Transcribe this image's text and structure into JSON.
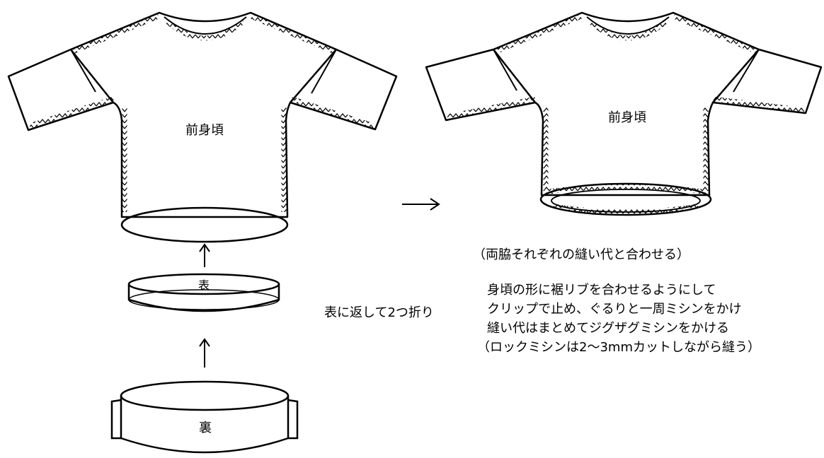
{
  "labels": {
    "front_body_left": "前身頃",
    "front_body_right": "前身頃",
    "band_outside": "表",
    "band_inside": "裏",
    "fold_note": "表に返して2つ折り",
    "side_note": "（両脇それぞれの縫い代と合わせる）"
  },
  "instructions": [
    "身頃の形に裾リブを合わせるようにして",
    "クリップで止め、ぐるりと一周ミシンをかけ",
    "縫い代はまとめてジグザグミシンをかける",
    "（ロックミシンは2～3mmカットしながら縫う）"
  ]
}
